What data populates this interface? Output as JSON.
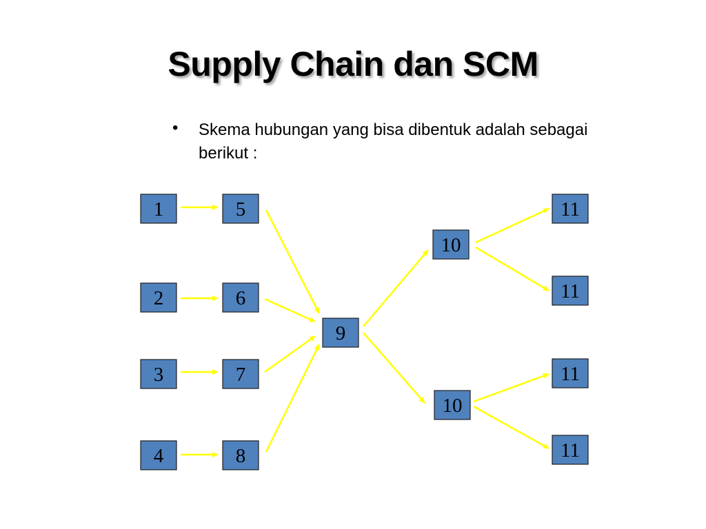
{
  "slide": {
    "title": "Supply Chain dan SCM",
    "bullet_marker": "•",
    "bullet_lines": [
      "Skema hubungan yang bisa dibentuk adalah sebagai",
      "berikut :"
    ]
  },
  "diagram": {
    "node_color": "#4f81bd",
    "arrow_color": "#ffff00",
    "nodes": {
      "n1": "1",
      "n2": "2",
      "n3": "3",
      "n4": "4",
      "n5": "5",
      "n6": "6",
      "n7": "7",
      "n8": "8",
      "n9": "9",
      "n10a": "10",
      "n10b": "10",
      "n11a": "11",
      "n11b": "11",
      "n11c": "11",
      "n11d": "11"
    },
    "edges": [
      [
        "n1",
        "n5"
      ],
      [
        "n2",
        "n6"
      ],
      [
        "n3",
        "n7"
      ],
      [
        "n4",
        "n8"
      ],
      [
        "n5",
        "n9"
      ],
      [
        "n6",
        "n9"
      ],
      [
        "n7",
        "n9"
      ],
      [
        "n8",
        "n9"
      ],
      [
        "n9",
        "n10a"
      ],
      [
        "n9",
        "n10b"
      ],
      [
        "n10a",
        "n11a"
      ],
      [
        "n10a",
        "n11b"
      ],
      [
        "n10b",
        "n11c"
      ],
      [
        "n10b",
        "n11d"
      ]
    ]
  }
}
